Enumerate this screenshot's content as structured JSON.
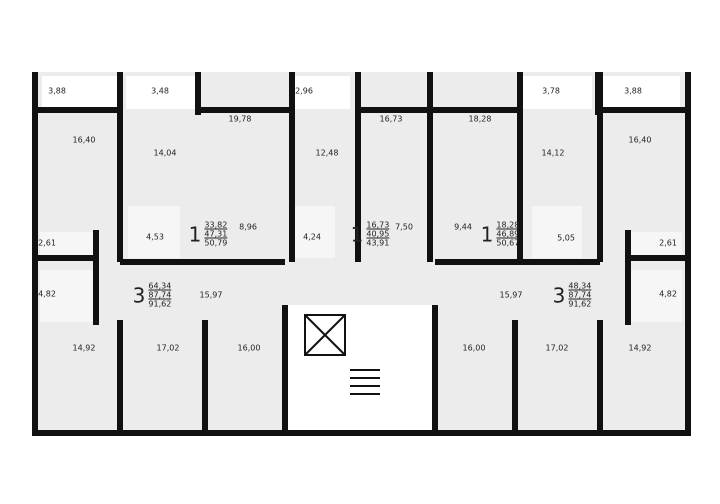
{
  "room_areas": {
    "balcony_1": "3,88",
    "balcony_2": "3,48",
    "balcony_3": "2,96",
    "balcony_4": "3,78",
    "balcony_5": "3,88",
    "room_a": "16,40",
    "room_b": "19,78",
    "room_c": "16,73",
    "room_d": "18,28",
    "room_e": "16,40",
    "kitchen_a": "14,04",
    "kitchen_b": "12,48",
    "kitchen_c": "14,12",
    "bath_a": "4,53",
    "hall_a": "8,96",
    "bath_b": "4,24",
    "hall_b": "7,50",
    "hall_c": "9,44",
    "bath_c": "5,05",
    "wc_left": "2,61",
    "wc_right": "2,61",
    "bath_left": "4,82",
    "bath_right": "4,82",
    "hall_left": "15,97",
    "hall_right": "15,97",
    "bed_1": "14,92",
    "bed_2": "17,02",
    "kitchen_d": "16,00",
    "kitchen_e": "16,00",
    "bed_3": "17,02",
    "bed_4": "14,92"
  },
  "apartments": [
    {
      "rooms": "1",
      "living": "33,82",
      "total": "47,31",
      "with_balcony": "50,79"
    },
    {
      "rooms": "1",
      "living": "16,73",
      "total": "40,95",
      "with_balcony": "43,91"
    },
    {
      "rooms": "1",
      "living": "18,28",
      "total": "46,89",
      "with_balcony": "50,67"
    },
    {
      "rooms": "3",
      "living": "64,34",
      "total": "87,74",
      "with_balcony": "91,62"
    },
    {
      "rooms": "3",
      "living": "48,34",
      "total": "87,74",
      "with_balcony": "91,62"
    }
  ],
  "colors": {
    "wall": "#111111",
    "floor": "#ececec",
    "wet_floor": "#f6f6f6"
  }
}
